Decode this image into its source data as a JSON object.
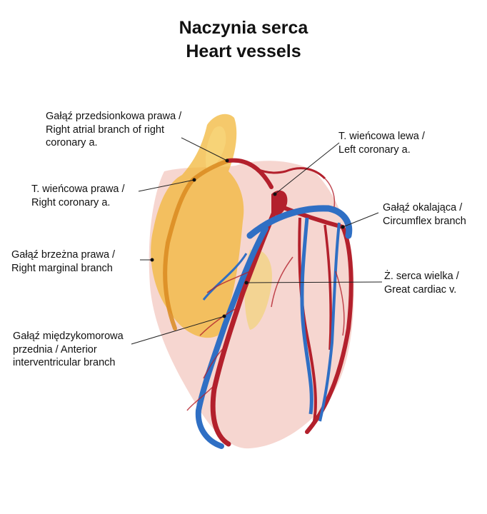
{
  "title": {
    "line1": "Naczynia serca",
    "line2": "Heart vessels"
  },
  "labels": {
    "right_atrial_branch": [
      "Gałąź przedsionkowa prawa /",
      "Right atrial branch of right",
      "coronary a."
    ],
    "left_coronary": [
      "T. wieńcowa lewa /",
      "Left coronary a."
    ],
    "right_coronary": [
      "T. wieńcowa prawa /",
      "Right coronary a."
    ],
    "circumflex": [
      "Gałąź okalająca /",
      "Circumflex branch"
    ],
    "right_marginal": [
      "Gałąź brzeżna prawa /",
      "Right marginal branch"
    ],
    "great_cardiac_vein": [
      "Ż. serca wielka /",
      "Great cardiac v."
    ],
    "anterior_interventricular": [
      "Gałąź międzykomorowa",
      "przednia / Anterior",
      "interventricular branch"
    ]
  },
  "colors": {
    "artery": "#b3202c",
    "vein": "#2f6fc4",
    "fat": "#f1b73a",
    "fat_light": "#f7d67a",
    "muscle": "#f4cfc8",
    "leader": "#222222"
  }
}
